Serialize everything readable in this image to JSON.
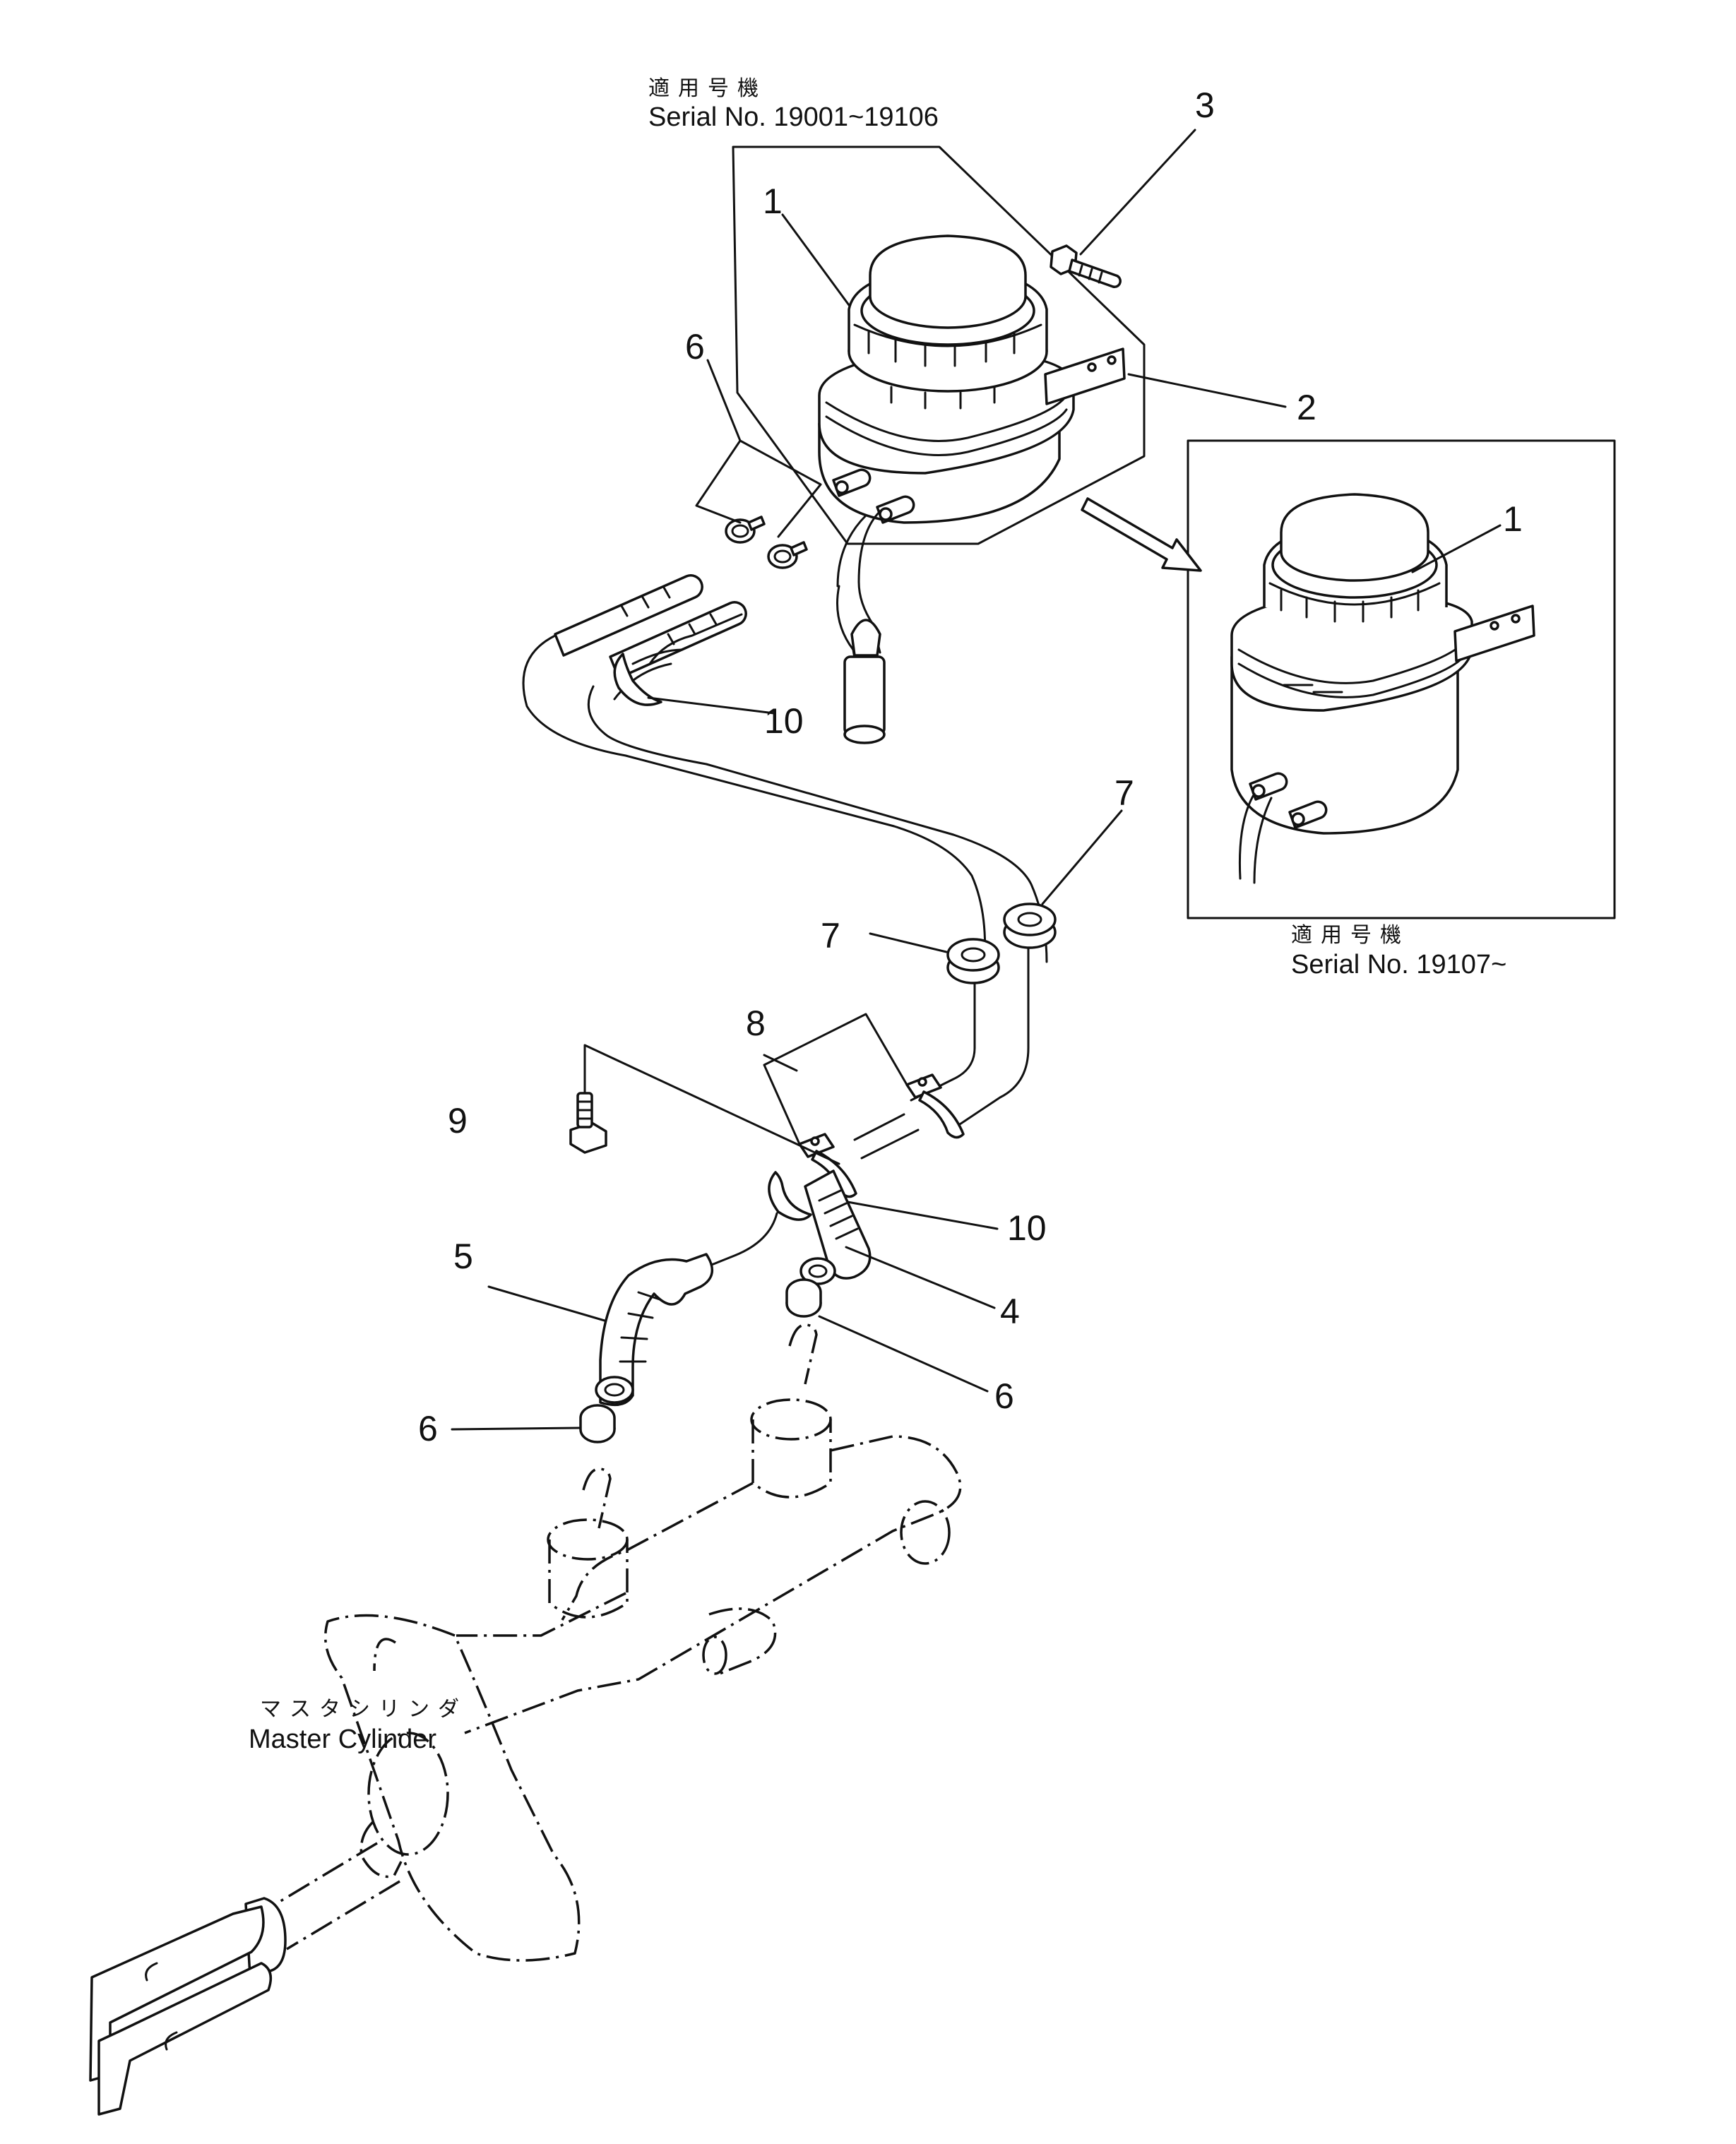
{
  "serial_top": {
    "jp": "適用号機",
    "en": "Serial No. 19001~19106"
  },
  "serial_bottom": {
    "jp": "適用号機",
    "en": "Serial No. 19107~"
  },
  "master_cylinder": {
    "jp": "マスタシリンダ",
    "en": "Master Cylinder"
  },
  "callouts": {
    "c1a": "1",
    "c1b": "1",
    "c2": "2",
    "c3": "3",
    "c4": "4",
    "c5": "5",
    "c6a": "6",
    "c6b": "6",
    "c6c": "6",
    "c7a": "7",
    "c7b": "7",
    "c8": "8",
    "c9": "9",
    "c10a": "10",
    "c10b": "10"
  }
}
